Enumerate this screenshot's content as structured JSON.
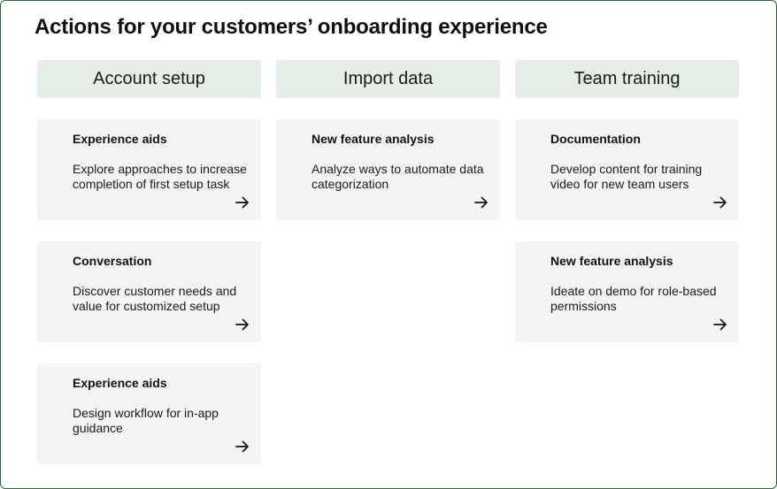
{
  "page": {
    "title": "Actions for your customers’ onboarding experience"
  },
  "columns": [
    {
      "header": "Account setup",
      "cards": [
        {
          "title": "Experience aids",
          "description": "Explore approaches to increase completion of first setup task",
          "icon": "arrow-right-icon"
        },
        {
          "title": "Conversation",
          "description": "Discover customer needs and value for customized setup",
          "icon": "arrow-right-icon"
        },
        {
          "title": "Experience aids",
          "description": "Design workflow for in-app guidance",
          "icon": "arrow-right-icon"
        }
      ]
    },
    {
      "header": "Import data",
      "cards": [
        {
          "title": "New feature analysis",
          "description": "Analyze ways to automate data categorization",
          "icon": "arrow-right-icon"
        }
      ]
    },
    {
      "header": "Team training",
      "cards": [
        {
          "title": "Documentation",
          "description": "Develop content for training video for new team users",
          "icon": "arrow-right-icon"
        },
        {
          "title": "New feature analysis",
          "description": "Ideate on demo for role-based permissions",
          "icon": "arrow-right-icon"
        }
      ]
    }
  ],
  "colors": {
    "frame_border": "#2d6b3a",
    "header_bg": "#e6efe7",
    "card_bg": "#f4f4f4",
    "text": "#111111"
  }
}
